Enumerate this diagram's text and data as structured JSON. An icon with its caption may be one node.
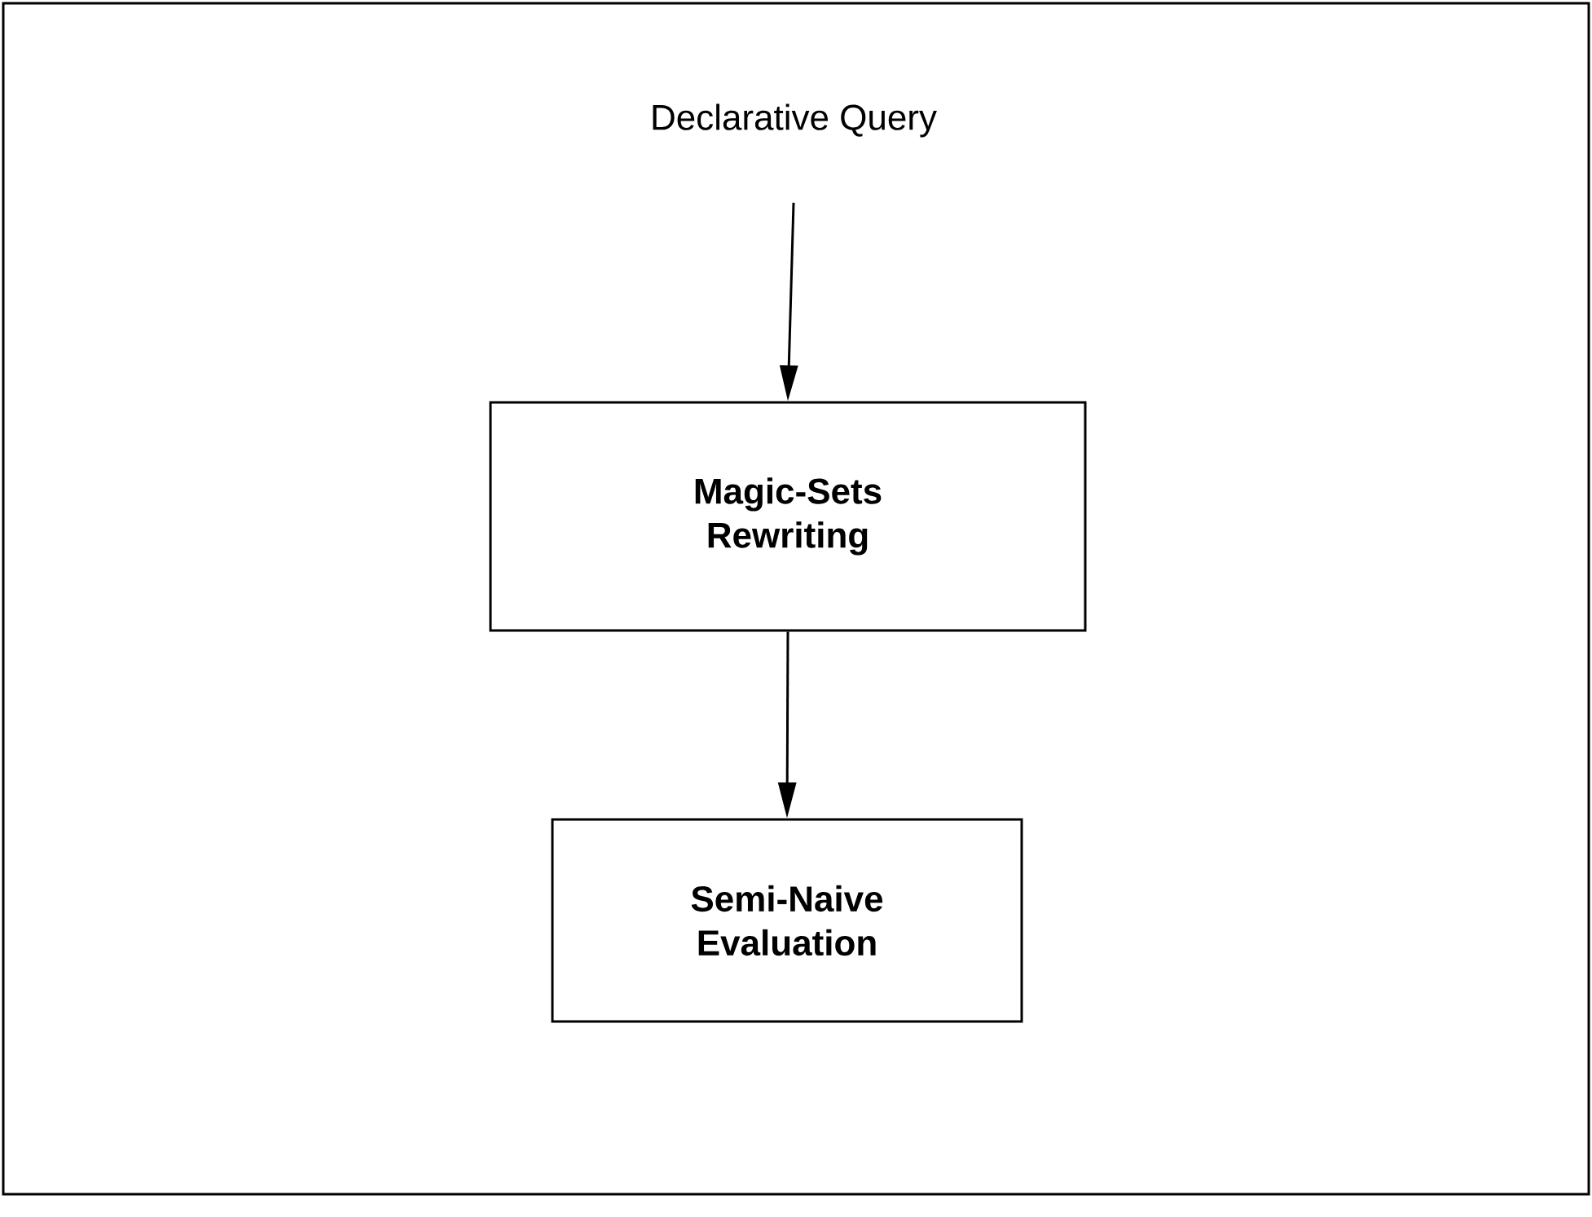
{
  "diagram": {
    "nodes": [
      {
        "text": [
          "Declarative Query"
        ]
      },
      {
        "text": [
          "Magic-Sets Rewriting"
        ]
      },
      {
        "text": [
          "Semi-Naive Evaluation"
        ]
      }
    ],
    "edges": [
      {
        "from": 0,
        "to": 1,
        "arrow": "to"
      },
      {
        "from": 1,
        "to": 2,
        "arrow": "to"
      }
    ]
  }
}
